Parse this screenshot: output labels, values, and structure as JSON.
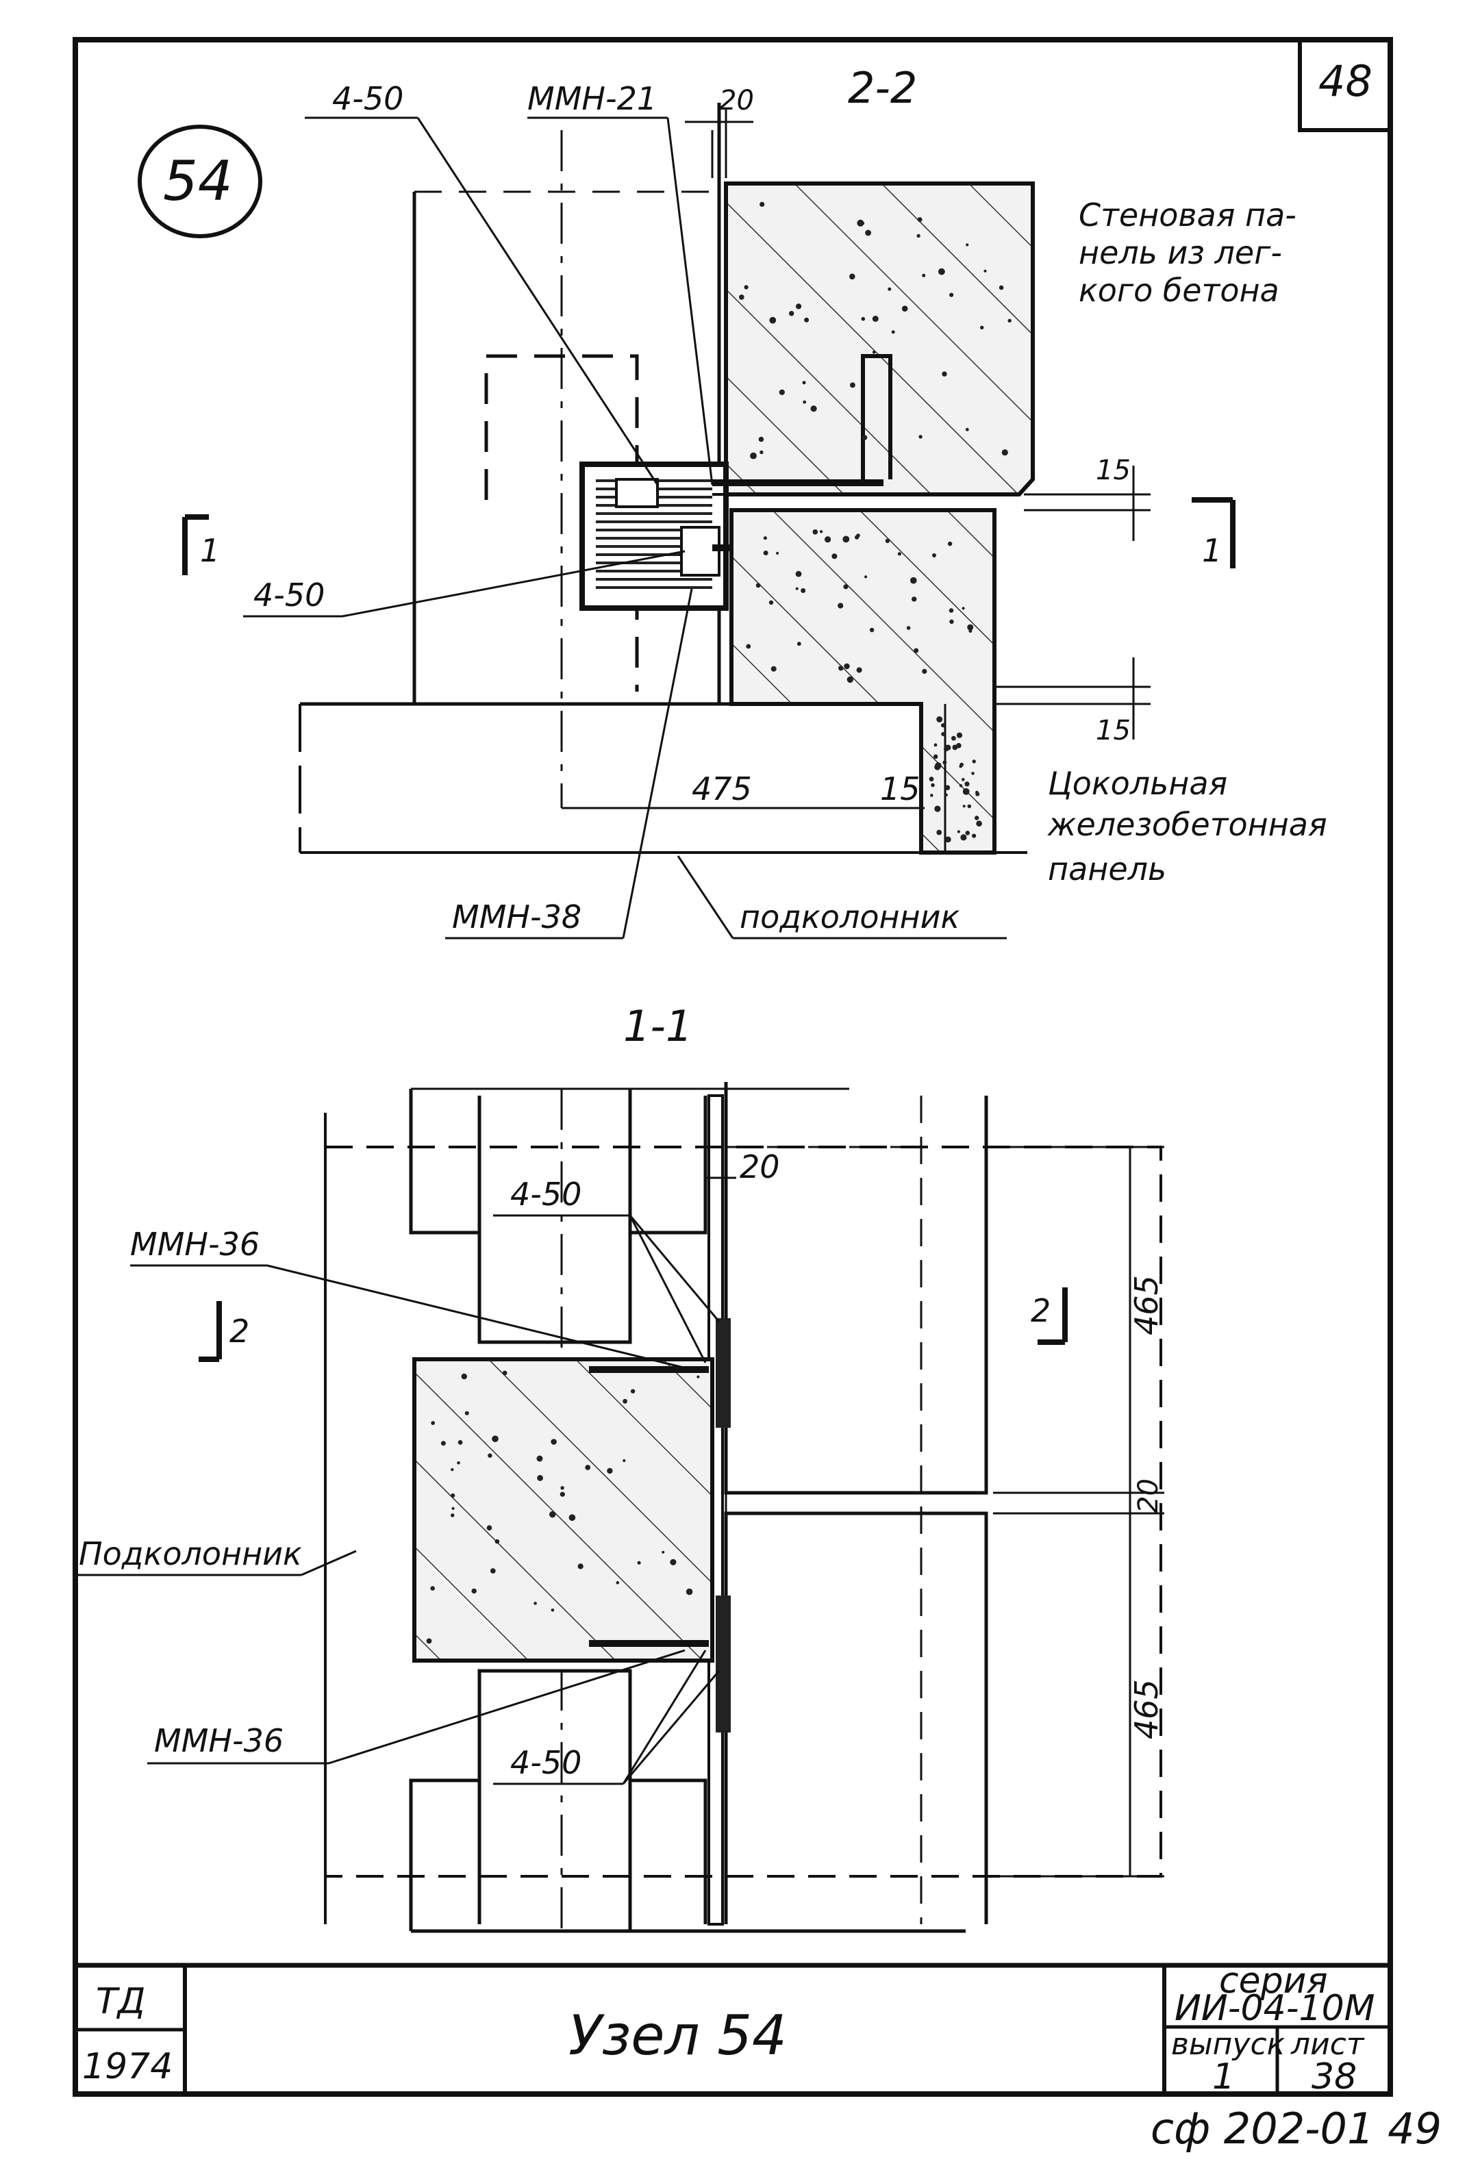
{
  "sheet_number": "48",
  "node_badge": "54",
  "section_top": {
    "title": "2-2",
    "labels": {
      "mmn21": "ММН-21",
      "p450_top": "4-50",
      "p450_left": "4-50",
      "mmn38": "ММН-38",
      "podkolonnik": "подколонник",
      "wall_panel_1": "Стеновая па-",
      "wall_panel_2": "нель из лег-",
      "wall_panel_3": "кого бетона",
      "plinth_1": "Цокольная",
      "plinth_2": "железобетонная",
      "plinth_3": "панель"
    },
    "dims": {
      "gap_top": "20",
      "joint_top": "15",
      "joint_bottom": "15",
      "width": "475",
      "offset": "15"
    },
    "cut_mark": "1"
  },
  "section_bottom": {
    "title": "1-1",
    "labels": {
      "p450_top": "4-50",
      "p450_bottom": "4-50",
      "mmn36_top": "ММН-36",
      "mmn36_bottom": "ММН-36",
      "podkolonnik": "Подколонник"
    },
    "dims": {
      "gap": "20",
      "upper": "465",
      "joint": "20",
      "lower": "465"
    },
    "cut_mark": "2"
  },
  "title_block": {
    "org": "ТД",
    "year": "1974",
    "title": "Узел 54",
    "series_label": "серия",
    "series_value": "ИИ-04-10М",
    "issue_label": "выпуск",
    "issue_value": "1",
    "sheet_label": "лист",
    "sheet_value": "38"
  },
  "footer_code": "сф 202-01 49"
}
